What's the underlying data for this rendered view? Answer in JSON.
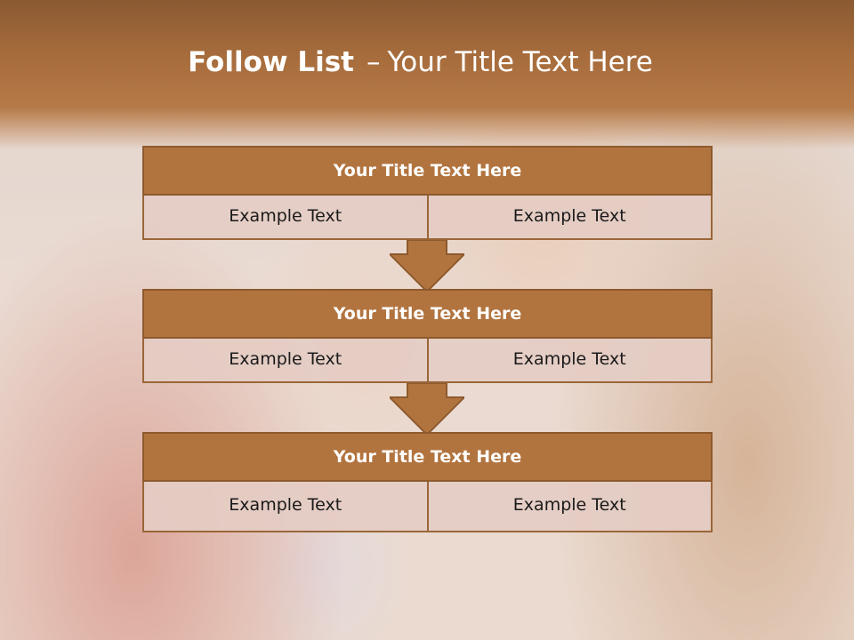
{
  "slide": {
    "title_bold": "Follow List",
    "title_dash": "–",
    "title_rest": "Your Title Text Here",
    "colors": {
      "header_band": "#a86d3d",
      "box_header": "#b2743f",
      "box_border": "#8d5a2e",
      "cell_fill": "#e4ccc4",
      "arrow": "#b2743f"
    }
  },
  "blocks": [
    {
      "title": "Your Title Text Here",
      "left": "Example Text",
      "right": "Example Text"
    },
    {
      "title": "Your Title Text Here",
      "left": "Example Text",
      "right": "Example Text"
    },
    {
      "title": "Your Title Text Here",
      "left": "Example Text",
      "right": "Example Text"
    }
  ],
  "connectors": [
    "down-arrow-icon",
    "down-arrow-icon"
  ]
}
